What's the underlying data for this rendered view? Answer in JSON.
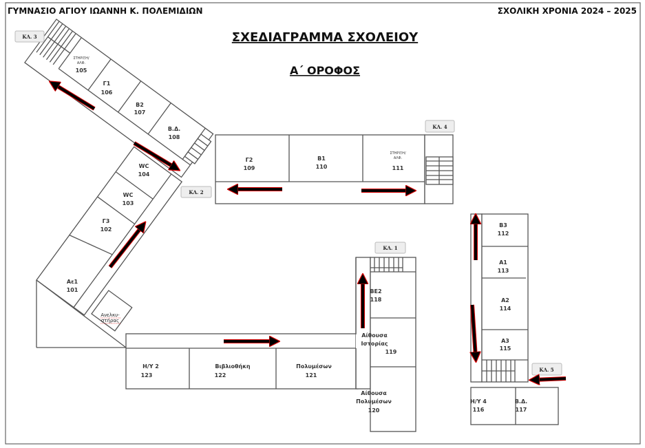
{
  "header": {
    "school": "ΓΥΜΝΑΣΙΟ  ΑΓΙΟΥ  ΙΩΑΝΝΗ  Κ. ΠΟΛΕΜΙΔΙΩΝ",
    "year": "ΣΧΟΛΙΚΗ  ΧΡΟΝΙΑ  2024 – 2025"
  },
  "title": "ΣΧΕΔΙΑΓΡΑΜΜΑ ΣΧΟΛΕΙΟΥ",
  "floor": "Α΄ ΟΡΟΦΟΣ",
  "stairs": {
    "k1": "ΚΛ. 1",
    "k2": "ΚΛ. 2",
    "k3": "ΚΛ. 3",
    "k4": "ΚΛ. 4",
    "k5": "ΚΛ. 5"
  },
  "rooms": {
    "r101": {
      "name": "Αε1",
      "num": "101"
    },
    "r102": {
      "name": "Γ3",
      "num": "102"
    },
    "r103": {
      "name": "WC",
      "num": "103"
    },
    "r104": {
      "name": "WC",
      "num": "104"
    },
    "r105": {
      "name1": "ΣΤΗΡΙΞΗ/",
      "name2": "ΑΛΦ.",
      "num": "105"
    },
    "r106": {
      "name": "Γ1",
      "num": "106"
    },
    "r107": {
      "name": "Β2",
      "num": "107"
    },
    "r108": {
      "name": "Β.Δ.",
      "num": "108"
    },
    "r109": {
      "name": "Γ2",
      "num": "109"
    },
    "r110": {
      "name": "Β1",
      "num": "110"
    },
    "r111": {
      "name1": "ΣΤΗΡΙΞΗ/",
      "name2": "ΑΛΦ.",
      "num": "111"
    },
    "r112": {
      "name": "Β3",
      "num": "112"
    },
    "r113": {
      "name": "Α1",
      "num": "113"
    },
    "r114": {
      "name": "Α2",
      "num": "114"
    },
    "r115": {
      "name": "Α3",
      "num": "115"
    },
    "r116": {
      "name": "Η/Υ  4",
      "num": "116"
    },
    "r117": {
      "name": "Β.Δ.",
      "num": "117"
    },
    "r118": {
      "name": "ΒΕ2",
      "num": "118"
    },
    "r119": {
      "name1": "Αίθουσα",
      "name2": "Ιστορίας",
      "num": "119"
    },
    "r120": {
      "name1": "Αίθουσα",
      "name2": "Πολυμέσων",
      "num": "120"
    },
    "r121": {
      "name": "Πολυμέσων",
      "num": "121"
    },
    "r122": {
      "name": "Βιβλιοθήκη",
      "num": "122"
    },
    "r123": {
      "name": "Η/Υ  2",
      "num": "123"
    },
    "lift": {
      "name1": "Ανελκυ-",
      "name2": "στήρας"
    }
  },
  "colors": {
    "arrow": "#000000",
    "arrow_outline": "#dd0000",
    "lines": "#555555"
  }
}
